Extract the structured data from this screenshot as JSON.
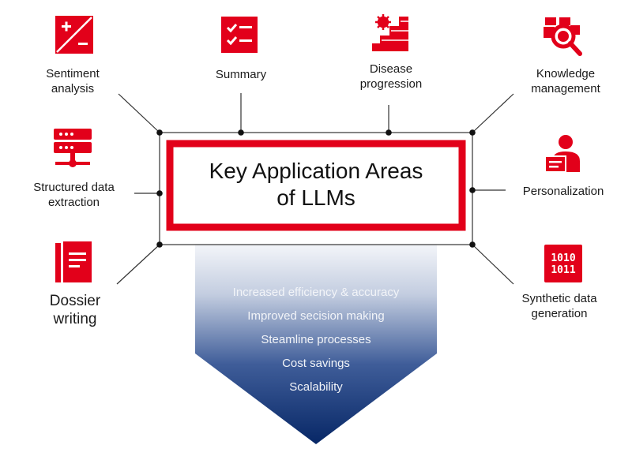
{
  "title": {
    "line1": "Key Application Areas",
    "line2": "of LLMs"
  },
  "colors": {
    "accent": "#e2001a",
    "arrow_top": "#eef1f7",
    "arrow_bottom": "#0a2a72",
    "line": "#333333"
  },
  "areas": [
    {
      "id": "sentiment",
      "line1": "Sentiment",
      "line2": "analysis",
      "icon": "plus-minus-icon"
    },
    {
      "id": "summary",
      "line1": "Summary",
      "line2": "",
      "icon": "checklist-icon"
    },
    {
      "id": "disease",
      "line1": "Disease",
      "line2": "progression",
      "icon": "virus-stairs-icon"
    },
    {
      "id": "knowledge",
      "line1": "Knowledge",
      "line2": "management",
      "icon": "magnifier-icon"
    },
    {
      "id": "structured",
      "line1": "Structured data",
      "line2": "extraction",
      "icon": "server-icon"
    },
    {
      "id": "personalization",
      "line1": "Personalization",
      "line2": "",
      "icon": "person-card-icon"
    },
    {
      "id": "dossier",
      "line1": "Dossier",
      "line2": "writing",
      "icon": "document-icon"
    },
    {
      "id": "synthetic",
      "line1": "Synthetic data",
      "line2": "generation",
      "icon": "binary-icon"
    }
  ],
  "benefits": [
    "Increased efficiency & accuracy",
    "Improved secision making",
    "Steamline processes",
    "Cost savings",
    "Scalability"
  ],
  "binary_text": {
    "row1": "1010",
    "row2": "1011"
  }
}
